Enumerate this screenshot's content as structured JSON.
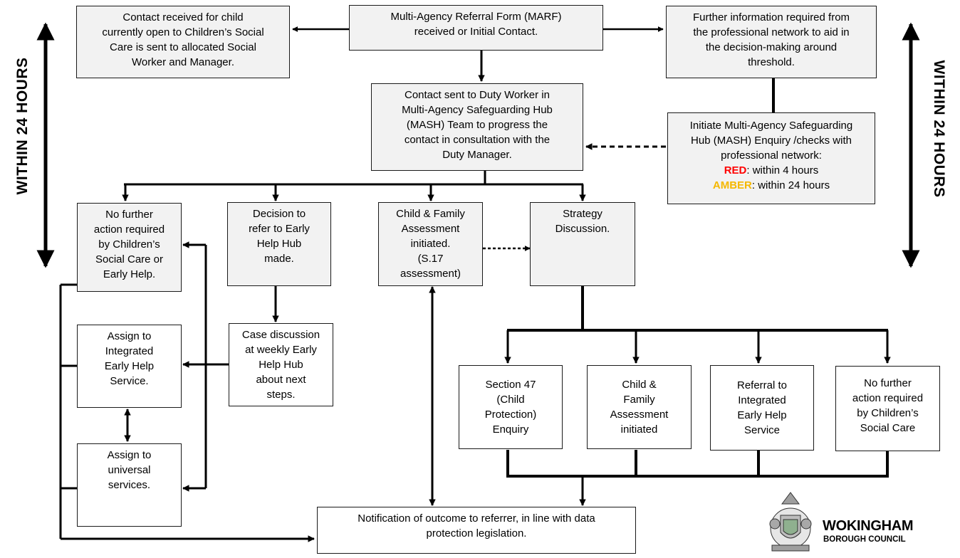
{
  "side_labels": {
    "left": "WITHIN 24 HOURS",
    "right": "WITHIN 24 HOURS"
  },
  "boxes": {
    "marf": {
      "line1": "Multi-Agency Referral Form (MARF)",
      "line2": "received or Initial Contact."
    },
    "open_case": {
      "line1": "Contact received for child",
      "line2": "currently open to Children’s Social",
      "line3": "Care is sent to allocated Social",
      "line4": "Worker and Manager."
    },
    "further_info": {
      "line1": "Further information required from",
      "line2": "the professional network to aid in",
      "line3": "the decision-making around",
      "line4": "threshold."
    },
    "duty_worker": {
      "line1": "Contact sent to Duty Worker in",
      "line2": "Multi-Agency Safeguarding Hub",
      "line3": "(MASH) Team to progress the",
      "line4": "contact in consultation with the",
      "line5": "Duty Manager."
    },
    "mash_enquiry": {
      "line1": "Initiate Multi-Agency Safeguarding",
      "line2": "Hub (MASH) Enquiry /checks with",
      "line3": "professional network:",
      "red_label": "RED",
      "red_text": ": within 4 hours",
      "amber_label": "AMBER",
      "amber_text": ": within 24 hours"
    },
    "nfa_csc_eh": {
      "line1": "No further",
      "line2": "action required",
      "line3": "by Children’s",
      "line4": "Social Care or",
      "line5": "Early Help."
    },
    "refer_ehh": {
      "line1": "Decision to",
      "line2": "refer to Early",
      "line3": "Help Hub",
      "line4": "made."
    },
    "cfa_s17": {
      "line1": "Child & Family",
      "line2": "Assessment",
      "line3": "initiated.",
      "line4": "(S.17",
      "line5": "assessment)"
    },
    "strategy": {
      "line1": "Strategy",
      "line2": "Discussion."
    },
    "assign_ieh": {
      "line1": "Assign to",
      "line2": "Integrated",
      "line3": "Early Help",
      "line4": "Service."
    },
    "case_discussion": {
      "line1": "Case discussion",
      "line2": "at weekly Early",
      "line3": "Help Hub",
      "line4": "about next",
      "line5": "steps."
    },
    "assign_universal": {
      "line1": "Assign to",
      "line2": "universal",
      "line3": "services."
    },
    "s47": {
      "line1": "Section 47",
      "line2": "(Child",
      "line3": "Protection)",
      "line4": "Enquiry"
    },
    "cfa2": {
      "line1": "Child &",
      "line2": "Family",
      "line3": "Assessment",
      "line4": "initiated"
    },
    "referral_ieh": {
      "line1": "Referral to",
      "line2": "Integrated",
      "line3": "Early Help",
      "line4": "Service"
    },
    "nfa_csc": {
      "line1": "No further",
      "line2": "action required",
      "line3": "by Children’s",
      "line4": "Social Care"
    },
    "notification": {
      "line1": "Notification of outcome to referrer, in line with data",
      "line2": "protection legislation."
    }
  },
  "logo": {
    "name": "WOKINGHAM",
    "subname": "BOROUGH COUNCIL"
  },
  "colors": {
    "box_fill": "#f2f2f2",
    "line": "#000000",
    "red": "#ff0000",
    "amber": "#f5b800"
  }
}
